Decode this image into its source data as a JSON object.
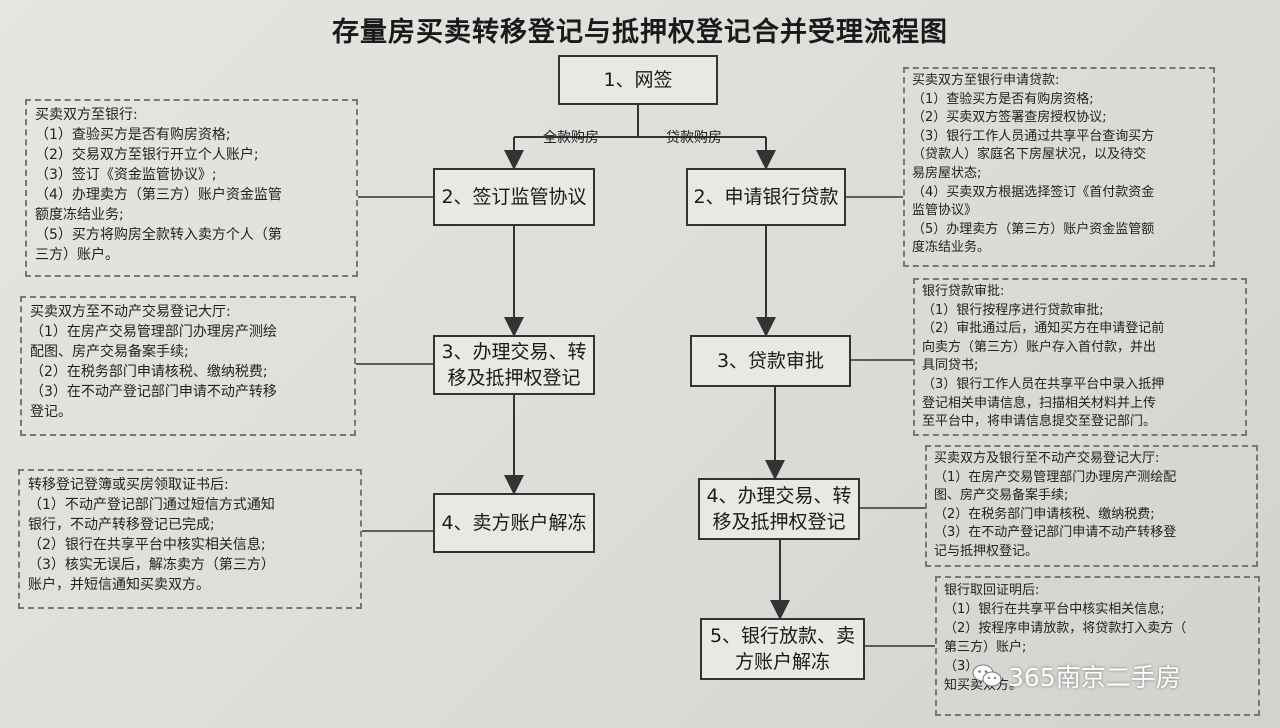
{
  "title": "存量房买卖转移登记与抵押权登记合并受理流程图",
  "branches": {
    "left": "全款购房",
    "right": "贷款购房"
  },
  "steps": {
    "s1": "1、网签",
    "l2": "2、签订监管协议",
    "l3a": "3、办理交易、转",
    "l3b": "移及抵押权登记",
    "l4": "4、卖方账户解冻",
    "r2": "2、申请银行贷款",
    "r3": "3、贷款审批",
    "r4a": "4、办理交易、转",
    "r4b": "移及抵押权登记",
    "r5a": "5、银行放款、卖",
    "r5b": "方账户解冻"
  },
  "notes": {
    "left1": {
      "head": "买卖双方至银行:",
      "lines": [
        "（1）查验买方是否有购房资格;",
        "（2）交易双方至银行开立个人账户;",
        "（3）签订《资金监管协议》;",
        "（4）办理卖方（第三方）账户资金监管",
        "额度冻结业务;",
        "（5）买方将购房全款转入卖方个人（第",
        "三方）账户。"
      ]
    },
    "left2": {
      "head": "买卖双方至不动产交易登记大厅:",
      "lines": [
        "（1）在房产交易管理部门办理房产测绘",
        "配图、房产交易备案手续;",
        "（2）在税务部门申请核税、缴纳税费;",
        "（3）在不动产登记部门申请不动产转移",
        "登记。"
      ]
    },
    "left3": {
      "head": "转移登记登簿或买房领取证书后:",
      "lines": [
        "（1）不动产登记部门通过短信方式通知",
        "银行，不动产转移登记已完成;",
        "（2）银行在共享平台中核实相关信息;",
        "（3）核实无误后，解冻卖方（第三方）",
        "账户，并短信通知买卖双方。"
      ]
    },
    "right1": {
      "head": "买卖双方至银行申请贷款:",
      "lines": [
        "（1）查验买方是否有购房资格;",
        "（2）买卖双方签署查房授权协议;",
        "（3）银行工作人员通过共享平台查询买方",
        "（贷款人）家庭名下房屋状况，以及待交",
        "易房屋状态;",
        "（4）买卖双方根据选择签订《首付款资金",
        "监管协议》",
        "（5）办理卖方（第三方）账户资金监管额",
        "度冻结业务。"
      ]
    },
    "right2": {
      "head": "银行贷款审批:",
      "lines": [
        "（1）银行按程序进行贷款审批;",
        "（2）审批通过后，通知买方在申请登记前",
        "向卖方（第三方）账户存入首付款，并出",
        "具同贷书;",
        "（3）银行工作人员在共享平台中录入抵押",
        "登记相关申请信息，扫描相关材料并上传",
        "至平台中，将申请信息提交至登记部门。"
      ]
    },
    "right3": {
      "head": "买卖双方及银行至不动产交易登记大厅:",
      "lines": [
        "（1）在房产交易管理部门办理房产测绘配",
        "图、房产交易备案手续;",
        "（2）在税务部门申请核税、缴纳税费;",
        "（3）在不动产登记部门申请不动产转移登",
        "记与抵押权登记。"
      ]
    },
    "right4": {
      "head": "银行取回证明后:",
      "lines": [
        "（1）银行在共享平台中核实相关信息;",
        "（2）按程序申请放款，将贷款打入卖方（",
        "第三方）账户;",
        "（3）",
        "知买卖双方。"
      ]
    }
  },
  "watermark": {
    "text": "365南京二手房",
    "icon": "wechat-icon"
  },
  "colors": {
    "paper": "#e6e5e2",
    "ink": "#1a1a1a",
    "dash": "#777777"
  }
}
